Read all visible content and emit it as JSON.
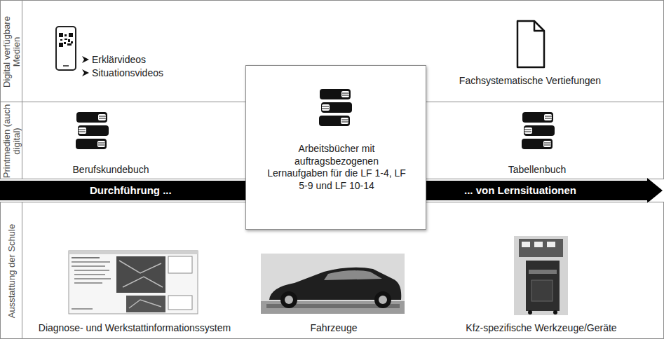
{
  "diagram": {
    "nodes": [
      {
        "text": [
          "Digital verfügbare Medien",
          "Erklärvideos",
          "Situationsvideos",
          "Fachsystematische Vertiefungen"
        ]
      },
      {
        "text": [
          "Printmedien (auch digital)",
          "Berufskundebuch",
          "Tabellenbuch"
        ]
      },
      {
        "text": [
          "Durchführung ...",
          "... von Lernsituationen"
        ]
      },
      {
        "text": [
          "Ausstattung der Schule",
          "Diagnose- und Werkstattinformationssystem",
          "Fahrzeuge",
          "Kfz-spezifische Werkzeuge/Geräte"
        ]
      },
      {
        "text": [
          "Arbeitsbücher mit auftragsbezogenen Lernaufgaben für die LF 1-4, LF 5-9 und LF 10-14"
        ]
      }
    ]
  }
}
